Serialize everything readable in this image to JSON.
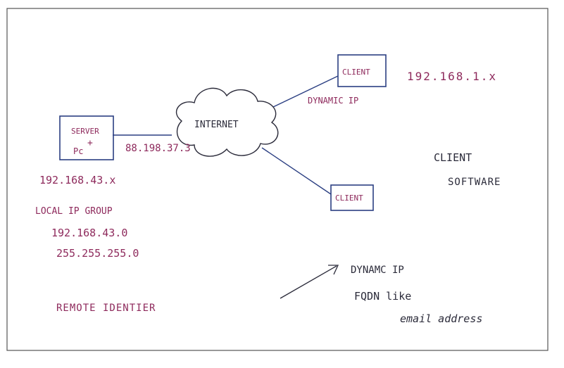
{
  "colors": {
    "maroon_ink": "#8e2a5c",
    "blue_ink": "#2b3f82",
    "black_ink": "#2b2b3a"
  },
  "nodes": {
    "server_box_label": "SERVER",
    "server_plus": "+",
    "server_pc": "Pc",
    "client_top_label": "CLIENT",
    "client_bottom_label": "CLIENT",
    "internet_label": "INTERNET"
  },
  "annotations": {
    "server_public_ip": "88.198.37.3",
    "server_lan": "192.168.43.x",
    "client_lan": "192.168.1.x",
    "dynamic_ip_top": "DYNAMIC IP",
    "local_ip_group_title": "LOCAL IP GROUP",
    "local_ip_network": "192.168.43.0",
    "local_ip_mask": "255.255.255.0",
    "remote_identifier": "REMOTE IDENTIER",
    "client_software_line1": "CLIENT",
    "client_software_line2": "SOFTWARE",
    "dynamic_ip_note": "DYNAMC IP",
    "fqdn_line1": "FQDN  like",
    "fqdn_line2": "email address"
  }
}
